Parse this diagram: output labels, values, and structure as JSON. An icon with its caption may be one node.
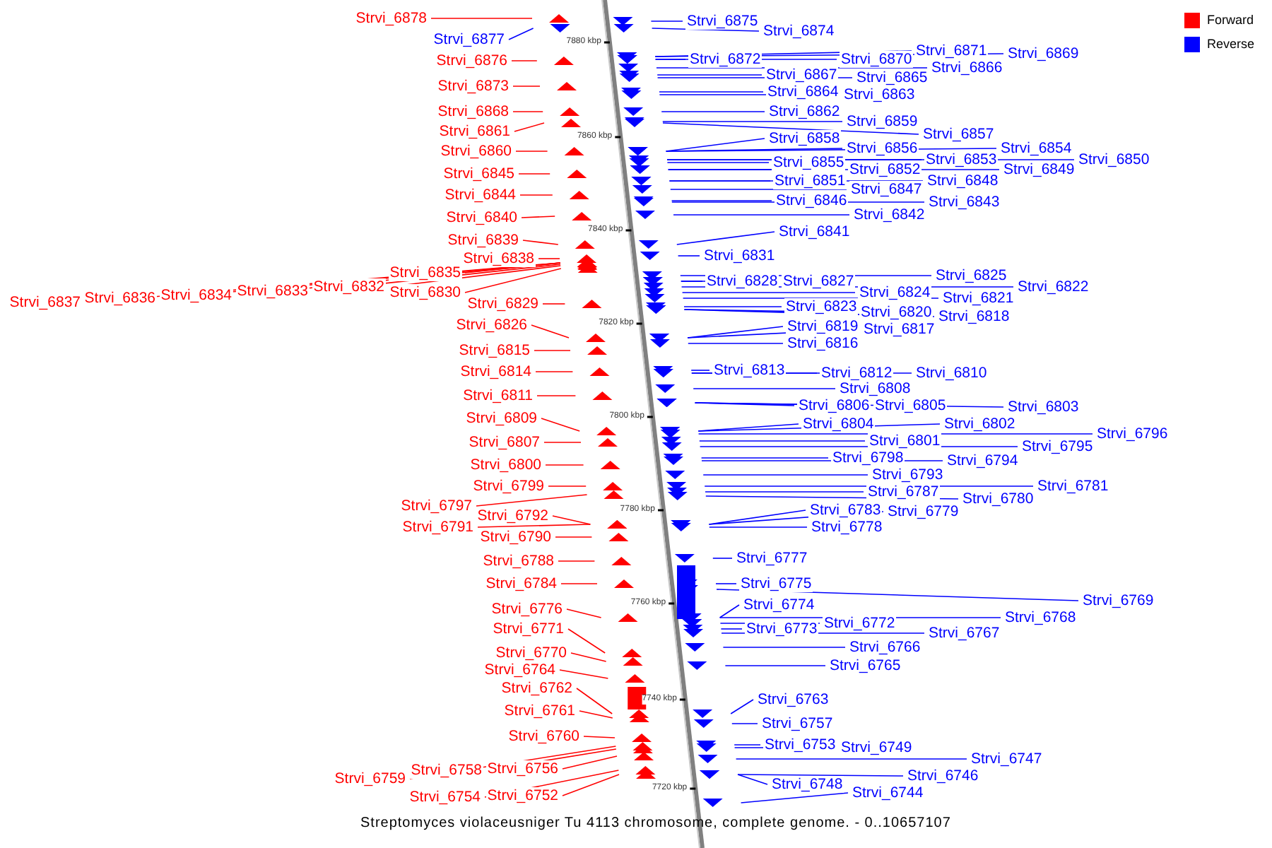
{
  "diagram": {
    "caption": "Streptomyces violaceusniger Tu 4113 chromosome, complete genome. - 0..10657107",
    "nodes": [
      {
        "text": [
          "Strvi_6878"
        ]
      },
      {
        "text": [
          "Strvi_6877"
        ]
      },
      {
        "text": [
          "Strvi_6876"
        ]
      },
      {
        "text": [
          "Strvi_6873"
        ]
      },
      {
        "text": [
          "Strvi_6868"
        ]
      },
      {
        "text": [
          "Strvi_6861"
        ]
      },
      {
        "text": [
          "Strvi_6860"
        ]
      },
      {
        "text": [
          "Strvi_6845"
        ]
      },
      {
        "text": [
          "Strvi_6844"
        ]
      },
      {
        "text": [
          "Strvi_6840"
        ]
      },
      {
        "text": [
          "Strvi_6839"
        ]
      },
      {
        "text": [
          "Strvi_6838"
        ]
      },
      {
        "text": [
          "Strvi_6835"
        ]
      },
      {
        "text": [
          "Strvi_6830"
        ]
      },
      {
        "text": [
          "Strvi_6837"
        ]
      },
      {
        "text": [
          "Strvi_6836"
        ]
      },
      {
        "text": [
          "Strvi_6834"
        ]
      },
      {
        "text": [
          "Strvi_6833"
        ]
      },
      {
        "text": [
          "Strvi_6832"
        ]
      },
      {
        "text": [
          "Strvi_6829"
        ]
      },
      {
        "text": [
          "Strvi_6826"
        ]
      },
      {
        "text": [
          "Strvi_6815"
        ]
      },
      {
        "text": [
          "Strvi_6814"
        ]
      },
      {
        "text": [
          "Strvi_6811"
        ]
      },
      {
        "text": [
          "Strvi_6809"
        ]
      },
      {
        "text": [
          "Strvi_6807"
        ]
      },
      {
        "text": [
          "Strvi_6800"
        ]
      },
      {
        "text": [
          "Strvi_6799"
        ]
      },
      {
        "text": [
          "Strvi_6797"
        ]
      },
      {
        "text": [
          "Strvi_6792"
        ]
      },
      {
        "text": [
          "Strvi_6791"
        ]
      },
      {
        "text": [
          "Strvi_6790"
        ]
      },
      {
        "text": [
          "Strvi_6788"
        ]
      },
      {
        "text": [
          "Strvi_6784"
        ]
      },
      {
        "text": [
          "Strvi_6776"
        ]
      },
      {
        "text": [
          "Strvi_6771"
        ]
      },
      {
        "text": [
          "Strvi_6770"
        ]
      },
      {
        "text": [
          "Strvi_6764"
        ]
      },
      {
        "text": [
          "Strvi_6762"
        ]
      },
      {
        "text": [
          "Strvi_6761"
        ]
      },
      {
        "text": [
          "Strvi_6760"
        ]
      },
      {
        "text": [
          "Strvi_6759"
        ]
      },
      {
        "text": [
          "Strvi_6758"
        ]
      },
      {
        "text": [
          "Strvi_6756"
        ]
      },
      {
        "text": [
          "Strvi_6754"
        ]
      },
      {
        "text": [
          "Strvi_6752"
        ]
      },
      {
        "text": [
          "Strvi_6875"
        ]
      },
      {
        "text": [
          "Strvi_6874"
        ]
      },
      {
        "text": [
          "Strvi_6872"
        ]
      },
      {
        "text": [
          "Strvi_6870"
        ]
      },
      {
        "text": [
          "Strvi_6871"
        ]
      },
      {
        "text": [
          "Strvi_6869"
        ]
      },
      {
        "text": [
          "Strvi_6867"
        ]
      },
      {
        "text": [
          "Strvi_6865"
        ]
      },
      {
        "text": [
          "Strvi_6866"
        ]
      },
      {
        "text": [
          "Strvi_6864"
        ]
      },
      {
        "text": [
          "Strvi_6863"
        ]
      },
      {
        "text": [
          "Strvi_6862"
        ]
      },
      {
        "text": [
          "Strvi_6859"
        ]
      },
      {
        "text": [
          "Strvi_6858"
        ]
      },
      {
        "text": [
          "Strvi_6857"
        ]
      },
      {
        "text": [
          "Strvi_6856"
        ]
      },
      {
        "text": [
          "Strvi_6854"
        ]
      },
      {
        "text": [
          "Strvi_6855"
        ]
      },
      {
        "text": [
          "Strvi_6853"
        ]
      },
      {
        "text": [
          "Strvi_6850"
        ]
      },
      {
        "text": [
          "Strvi_6852"
        ]
      },
      {
        "text": [
          "Strvi_6849"
        ]
      },
      {
        "text": [
          "Strvi_6851"
        ]
      },
      {
        "text": [
          "Strvi_6848"
        ]
      },
      {
        "text": [
          "Strvi_6847"
        ]
      },
      {
        "text": [
          "Strvi_6846"
        ]
      },
      {
        "text": [
          "Strvi_6843"
        ]
      },
      {
        "text": [
          "Strvi_6842"
        ]
      },
      {
        "text": [
          "Strvi_6841"
        ]
      },
      {
        "text": [
          "Strvi_6831"
        ]
      },
      {
        "text": [
          "Strvi_6828"
        ]
      },
      {
        "text": [
          "Strvi_6827"
        ]
      },
      {
        "text": [
          "Strvi_6825"
        ]
      },
      {
        "text": [
          "Strvi_6824"
        ]
      },
      {
        "text": [
          "Strvi_6822"
        ]
      },
      {
        "text": [
          "Strvi_6821"
        ]
      },
      {
        "text": [
          "Strvi_6823"
        ]
      },
      {
        "text": [
          "Strvi_6820"
        ]
      },
      {
        "text": [
          "Strvi_6818"
        ]
      },
      {
        "text": [
          "Strvi_6819"
        ]
      },
      {
        "text": [
          "Strvi_6817"
        ]
      },
      {
        "text": [
          "Strvi_6816"
        ]
      },
      {
        "text": [
          "Strvi_6813"
        ]
      },
      {
        "text": [
          "Strvi_6812"
        ]
      },
      {
        "text": [
          "Strvi_6810"
        ]
      },
      {
        "text": [
          "Strvi_6808"
        ]
      },
      {
        "text": [
          "Strvi_6806"
        ]
      },
      {
        "text": [
          "Strvi_6805"
        ]
      },
      {
        "text": [
          "Strvi_6803"
        ]
      },
      {
        "text": [
          "Strvi_6804"
        ]
      },
      {
        "text": [
          "Strvi_6802"
        ]
      },
      {
        "text": [
          "Strvi_6801"
        ]
      },
      {
        "text": [
          "Strvi_6796"
        ]
      },
      {
        "text": [
          "Strvi_6795"
        ]
      },
      {
        "text": [
          "Strvi_6798"
        ]
      },
      {
        "text": [
          "Strvi_6794"
        ]
      },
      {
        "text": [
          "Strvi_6793"
        ]
      },
      {
        "text": [
          "Strvi_6787"
        ]
      },
      {
        "text": [
          "Strvi_6781"
        ]
      },
      {
        "text": [
          "Strvi_6780"
        ]
      },
      {
        "text": [
          "Strvi_6783"
        ]
      },
      {
        "text": [
          "Strvi_6779"
        ]
      },
      {
        "text": [
          "Strvi_6778"
        ]
      },
      {
        "text": [
          "Strvi_6777"
        ]
      },
      {
        "text": [
          "Strvi_6775"
        ]
      },
      {
        "text": [
          "Strvi_6774"
        ]
      },
      {
        "text": [
          "Strvi_6773"
        ]
      },
      {
        "text": [
          "Strvi_6772"
        ]
      },
      {
        "text": [
          "Strvi_6769"
        ]
      },
      {
        "text": [
          "Strvi_6768"
        ]
      },
      {
        "text": [
          "Strvi_6767"
        ]
      },
      {
        "text": [
          "Strvi_6766"
        ]
      },
      {
        "text": [
          "Strvi_6765"
        ]
      },
      {
        "text": [
          "Strvi_6763"
        ]
      },
      {
        "text": [
          "Strvi_6757"
        ]
      },
      {
        "text": [
          "Strvi_6753"
        ]
      },
      {
        "text": [
          "Strvi_6749"
        ]
      },
      {
        "text": [
          "Strvi_6747"
        ]
      },
      {
        "text": [
          "Strvi_6746"
        ]
      },
      {
        "text": [
          "Strvi_6748"
        ]
      },
      {
        "text": [
          "Strvi_6744"
        ]
      }
    ],
    "edges": [
      {
        "from": 0,
        "to": null,
        "arrow": "none",
        "color": "#ff0000"
      },
      {
        "from": 1,
        "to": null,
        "arrow": "none"
      },
      {
        "from": 2,
        "to": null,
        "arrow": "none",
        "color": "#ff0000"
      },
      {
        "from": 3,
        "to": null,
        "arrow": "none",
        "color": "#ff0000"
      },
      {
        "from": 4,
        "to": null,
        "arrow": "none",
        "color": "#ff0000"
      },
      {
        "from": 5,
        "to": null,
        "arrow": "none",
        "color": "#ff0000"
      },
      {
        "from": 6,
        "to": null,
        "arrow": "none",
        "color": "#ff0000"
      },
      {
        "from": 7,
        "to": null,
        "arrow": "none",
        "color": "#ff0000"
      },
      {
        "from": 8,
        "to": null,
        "arrow": "none",
        "color": "#ff0000"
      },
      {
        "from": 9,
        "to": null,
        "arrow": "none",
        "color": "#ff0000"
      },
      {
        "from": 10,
        "to": null,
        "arrow": "none",
        "color": "#ff0000"
      },
      {
        "from": 11,
        "to": null,
        "arrow": "none",
        "color": "#ff0000"
      },
      {
        "from": 12,
        "to": null,
        "arrow": "none",
        "color": "#ff0000"
      },
      {
        "from": 13,
        "to": null,
        "arrow": "none",
        "color": "#ff0000"
      },
      {
        "from": 14,
        "to": null,
        "arrow": "none",
        "color": "#ff0000"
      },
      {
        "from": 15,
        "to": null,
        "arrow": "none",
        "color": "#ff0000"
      },
      {
        "from": 16,
        "to": null,
        "arrow": "none",
        "color": "#ff0000"
      },
      {
        "from": 17,
        "to": null,
        "arrow": "none",
        "color": "#ff0000"
      },
      {
        "from": 18,
        "to": null,
        "arrow": "none",
        "color": "#ff0000"
      },
      {
        "from": 19,
        "to": null,
        "arrow": "none",
        "color": "#ff0000"
      },
      {
        "from": 20,
        "to": null,
        "arrow": "none",
        "color": "#ff0000"
      },
      {
        "from": 21,
        "to": null,
        "arrow": "none",
        "color": "#ff0000"
      },
      {
        "from": 22,
        "to": null,
        "arrow": "none",
        "color": "#ff0000"
      },
      {
        "from": 23,
        "to": null,
        "arrow": "none",
        "color": "#ff0000"
      },
      {
        "from": 24,
        "to": null,
        "arrow": "none",
        "color": "#ff0000"
      },
      {
        "from": 25,
        "to": null,
        "arrow": "none",
        "color": "#ff0000"
      },
      {
        "from": 26,
        "to": null,
        "arrow": "none",
        "color": "#ff0000"
      },
      {
        "from": 27,
        "to": null,
        "arrow": "none",
        "color": "#ff0000"
      },
      {
        "from": 28,
        "to": null,
        "arrow": "none",
        "color": "#ff0000"
      },
      {
        "from": 29,
        "to": null,
        "arrow": "none",
        "color": "#ff0000"
      },
      {
        "from": 30,
        "to": null,
        "arrow": "none",
        "color": "#ff0000"
      },
      {
        "from": 31,
        "to": null,
        "arrow": "none",
        "color": "#ff0000"
      },
      {
        "from": 32,
        "to": null,
        "arrow": "none",
        "color": "#ff0000"
      },
      {
        "from": 33,
        "to": null,
        "arrow": "none",
        "color": "#ff0000"
      },
      {
        "from": 34,
        "to": null,
        "arrow": "none",
        "color": "#ff0000"
      },
      {
        "from": 35,
        "to": null,
        "arrow": "none",
        "color": "#ff0000"
      },
      {
        "from": 36,
        "to": null,
        "arrow": "none",
        "color": "#ff0000"
      },
      {
        "from": 37,
        "to": null,
        "arrow": "none",
        "color": "#ff0000"
      },
      {
        "from": 38,
        "to": null,
        "arrow": "none",
        "color": "#ff0000"
      },
      {
        "from": 39,
        "to": null,
        "arrow": "none",
        "color": "#ff0000"
      },
      {
        "from": 40,
        "to": null,
        "arrow": "none",
        "color": "#ff0000"
      },
      {
        "from": 41,
        "to": null,
        "arrow": "none",
        "color": "#ff0000"
      },
      {
        "from": 42,
        "to": null,
        "arrow": "none",
        "color": "#ff0000"
      },
      {
        "from": 43,
        "to": null,
        "arrow": "none",
        "color": "#ff0000"
      },
      {
        "from": 44,
        "to": null,
        "arrow": "none",
        "color": "#ff0000"
      },
      {
        "from": 45,
        "to": null,
        "arrow": "none",
        "color": "#ff0000"
      },
      {
        "from": 46,
        "to": null,
        "arrow": "none"
      },
      {
        "from": 47,
        "to": null,
        "arrow": "none"
      },
      {
        "from": 48,
        "to": null,
        "arrow": "none"
      },
      {
        "from": 49,
        "to": null,
        "arrow": "none"
      },
      {
        "from": 50,
        "to": null,
        "arrow": "none"
      },
      {
        "from": 51,
        "to": null,
        "arrow": "none"
      },
      {
        "from": 52,
        "to": null,
        "arrow": "none"
      },
      {
        "from": 53,
        "to": null,
        "arrow": "none"
      },
      {
        "from": 54,
        "to": null,
        "arrow": "none"
      },
      {
        "from": 55,
        "to": null,
        "arrow": "none"
      },
      {
        "from": 56,
        "to": null,
        "arrow": "none"
      },
      {
        "from": 57,
        "to": null,
        "arrow": "none"
      },
      {
        "from": 58,
        "to": null,
        "arrow": "none"
      },
      {
        "from": 59,
        "to": null,
        "arrow": "none"
      },
      {
        "from": 60,
        "to": null,
        "arrow": "none"
      },
      {
        "from": 61,
        "to": null,
        "arrow": "none"
      },
      {
        "from": 62,
        "to": null,
        "arrow": "none"
      },
      {
        "from": 63,
        "to": null,
        "arrow": "none"
      },
      {
        "from": 64,
        "to": null,
        "arrow": "none"
      },
      {
        "from": 65,
        "to": null,
        "arrow": "none"
      },
      {
        "from": 66,
        "to": null,
        "arrow": "none"
      },
      {
        "from": 67,
        "to": null,
        "arrow": "none"
      },
      {
        "from": 68,
        "to": null,
        "arrow": "none"
      },
      {
        "from": 69,
        "to": null,
        "arrow": "none"
      },
      {
        "from": 70,
        "to": null,
        "arrow": "none"
      },
      {
        "from": 71,
        "to": null,
        "arrow": "none"
      },
      {
        "from": 72,
        "to": null,
        "arrow": "none"
      },
      {
        "from": 73,
        "to": null,
        "arrow": "none"
      },
      {
        "from": 74,
        "to": null,
        "arrow": "none"
      },
      {
        "from": 75,
        "to": null,
        "arrow": "none"
      },
      {
        "from": 76,
        "to": null,
        "arrow": "none"
      },
      {
        "from": 77,
        "to": null,
        "arrow": "none"
      },
      {
        "from": 78,
        "to": null,
        "arrow": "none"
      },
      {
        "from": 79,
        "to": null,
        "arrow": "none"
      },
      {
        "from": 80,
        "to": null,
        "arrow": "none"
      },
      {
        "from": 81,
        "to": null,
        "arrow": "none"
      },
      {
        "from": 82,
        "to": null,
        "arrow": "none"
      },
      {
        "from": 83,
        "to": null,
        "arrow": "none"
      },
      {
        "from": 84,
        "to": null,
        "arrow": "none"
      },
      {
        "from": 85,
        "to": null,
        "arrow": "none"
      },
      {
        "from": 86,
        "to": null,
        "arrow": "none"
      },
      {
        "from": 87,
        "to": null,
        "arrow": "none"
      },
      {
        "from": 88,
        "to": null,
        "arrow": "none"
      },
      {
        "from": 89,
        "to": null,
        "arrow": "none"
      },
      {
        "from": 90,
        "to": null,
        "arrow": "none"
      },
      {
        "from": 91,
        "to": null,
        "arrow": "none"
      },
      {
        "from": 92,
        "to": null,
        "arrow": "none"
      },
      {
        "from": 93,
        "to": null,
        "arrow": "none"
      },
      {
        "from": 94,
        "to": null,
        "arrow": "none"
      },
      {
        "from": 95,
        "to": null,
        "arrow": "none"
      },
      {
        "from": 96,
        "to": null,
        "arrow": "none"
      },
      {
        "from": 97,
        "to": null,
        "arrow": "none"
      },
      {
        "from": 98,
        "to": null,
        "arrow": "none"
      },
      {
        "from": 99,
        "to": null,
        "arrow": "none"
      },
      {
        "from": 100,
        "to": null,
        "arrow": "none"
      },
      {
        "from": 101,
        "to": null,
        "arrow": "none"
      },
      {
        "from": 102,
        "to": null,
        "arrow": "none"
      },
      {
        "from": 103,
        "to": null,
        "arrow": "none"
      },
      {
        "from": 104,
        "to": null,
        "arrow": "none"
      },
      {
        "from": 105,
        "to": null,
        "arrow": "none"
      },
      {
        "from": 106,
        "to": null,
        "arrow": "none"
      },
      {
        "from": 107,
        "to": null,
        "arrow": "none"
      },
      {
        "from": 108,
        "to": null,
        "arrow": "none"
      },
      {
        "from": 109,
        "to": null,
        "arrow": "none"
      },
      {
        "from": 110,
        "to": null,
        "arrow": "none"
      },
      {
        "from": 111,
        "to": null,
        "arrow": "none"
      },
      {
        "from": 112,
        "to": null,
        "arrow": "none"
      },
      {
        "from": 113,
        "to": null,
        "arrow": "none"
      },
      {
        "from": 114,
        "to": null,
        "arrow": "none"
      },
      {
        "from": 115,
        "to": null,
        "arrow": "none"
      },
      {
        "from": 116,
        "to": null,
        "arrow": "none"
      },
      {
        "from": 117,
        "to": null,
        "arrow": "none"
      },
      {
        "from": 118,
        "to": null,
        "arrow": "none"
      },
      {
        "from": 119,
        "to": null,
        "arrow": "none"
      },
      {
        "from": 120,
        "to": null,
        "arrow": "none"
      },
      {
        "from": 121,
        "to": null,
        "arrow": "none"
      },
      {
        "from": 122,
        "to": null,
        "arrow": "none"
      },
      {
        "from": 123,
        "to": null,
        "arrow": "none"
      },
      {
        "from": 124,
        "to": null,
        "arrow": "none"
      },
      {
        "from": 125,
        "to": null,
        "arrow": "none"
      },
      {
        "from": 126,
        "to": null,
        "arrow": "none"
      }
    ],
    "labels": [
      "7880 kbp",
      "7860 kbp",
      "7840 kbp",
      "7820 kbp",
      "7800 kbp",
      "7780 kbp",
      "7760 kbp",
      "7740 kbp",
      "7720 kbp"
    ],
    "legend": [
      {
        "text": "Forward",
        "color": "#ff0000"
      },
      {
        "text": "Reverse",
        "color": "#0000ff"
      }
    ]
  }
}
